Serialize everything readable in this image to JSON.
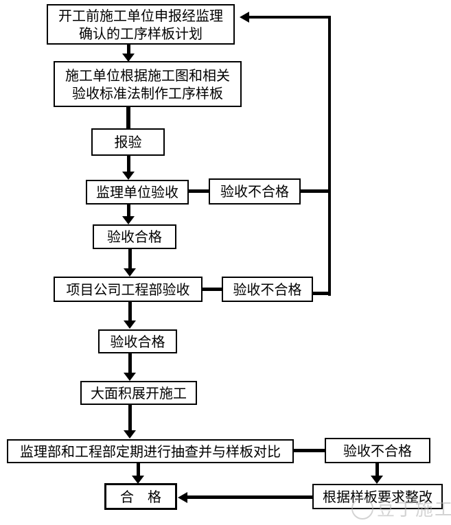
{
  "diagram_type": "flowchart",
  "nodes": {
    "plan": {
      "line1": "开工前施工单位申报经监理",
      "line2": "确认的工序样板计划"
    },
    "make": {
      "line1": "施工单位根据施工图和相关",
      "line2": "验收标准法制作工序样板"
    },
    "submit": {
      "label": "报验"
    },
    "supervisor_check": {
      "label": "监理单位验收"
    },
    "fail_1": {
      "label": "验收不合格"
    },
    "pass_1": {
      "label": "验收合格"
    },
    "dept_check": {
      "label": "项目公司工程部验收"
    },
    "fail_2": {
      "label": "验收不合格"
    },
    "pass_2": {
      "label": "验收合格"
    },
    "full_construction": {
      "label": "大面积展开施工"
    },
    "spot_check": {
      "label": "监理部和工程部定期进行抽查并与样板对比"
    },
    "fail_3": {
      "label": "验收不合格"
    },
    "final_pass": {
      "label": "合　格"
    },
    "rectify": {
      "label": "根据样板要求整改"
    }
  },
  "watermark": {
    "label": "豆丁施工"
  },
  "colors": {
    "line": "#000000",
    "background": "#ffffff",
    "watermark": "#afafaf"
  }
}
